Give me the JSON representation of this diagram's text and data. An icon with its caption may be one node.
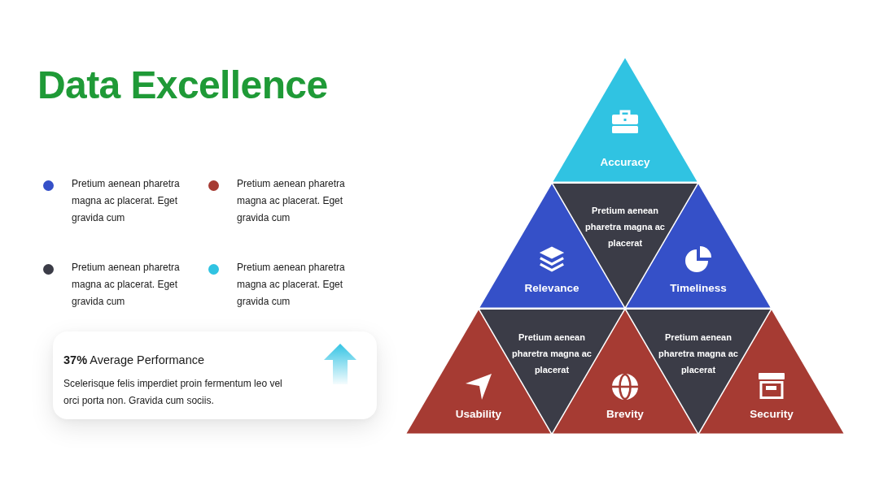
{
  "diagram": {
    "title": "Data Excellence",
    "nodes": [
      {
        "text": [
          "**37%** Average Performance",
          "Scelerisque felis imperdiet proin fermentum leo vel orci porta non. Gravida cum sociis."
        ]
      },
      {
        "text": [
          "Accuracy"
        ]
      },
      {
        "text": [
          "Relevance"
        ]
      },
      {
        "text": [
          "Pretium aenean pharetra magna ac placerat"
        ]
      },
      {
        "text": [
          "Timeliness"
        ]
      },
      {
        "text": [
          "Usability"
        ]
      },
      {
        "text": [
          "Pretium aenean pharetra magna ac placerat"
        ]
      },
      {
        "text": [
          "Brevity"
        ]
      },
      {
        "text": [
          "Pretium aenean pharetra magna ac placerat"
        ]
      },
      {
        "text": [
          "Security"
        ]
      }
    ],
    "legend": [
      {
        "text": "Pretium aenean pharetra magna ac placerat. Eget gravida cum",
        "color": "#3550c8"
      },
      {
        "text": "Pretium aenean pharetra magna ac placerat. Eget gravida cum",
        "color": "#a63b33"
      },
      {
        "text": "Pretium aenean pharetra magna ac placerat. Eget gravida cum",
        "color": "#3b3c47"
      },
      {
        "text": "Pretium aenean pharetra magna ac placerat. Eget gravida cum",
        "color": "#30c3e2"
      }
    ]
  }
}
